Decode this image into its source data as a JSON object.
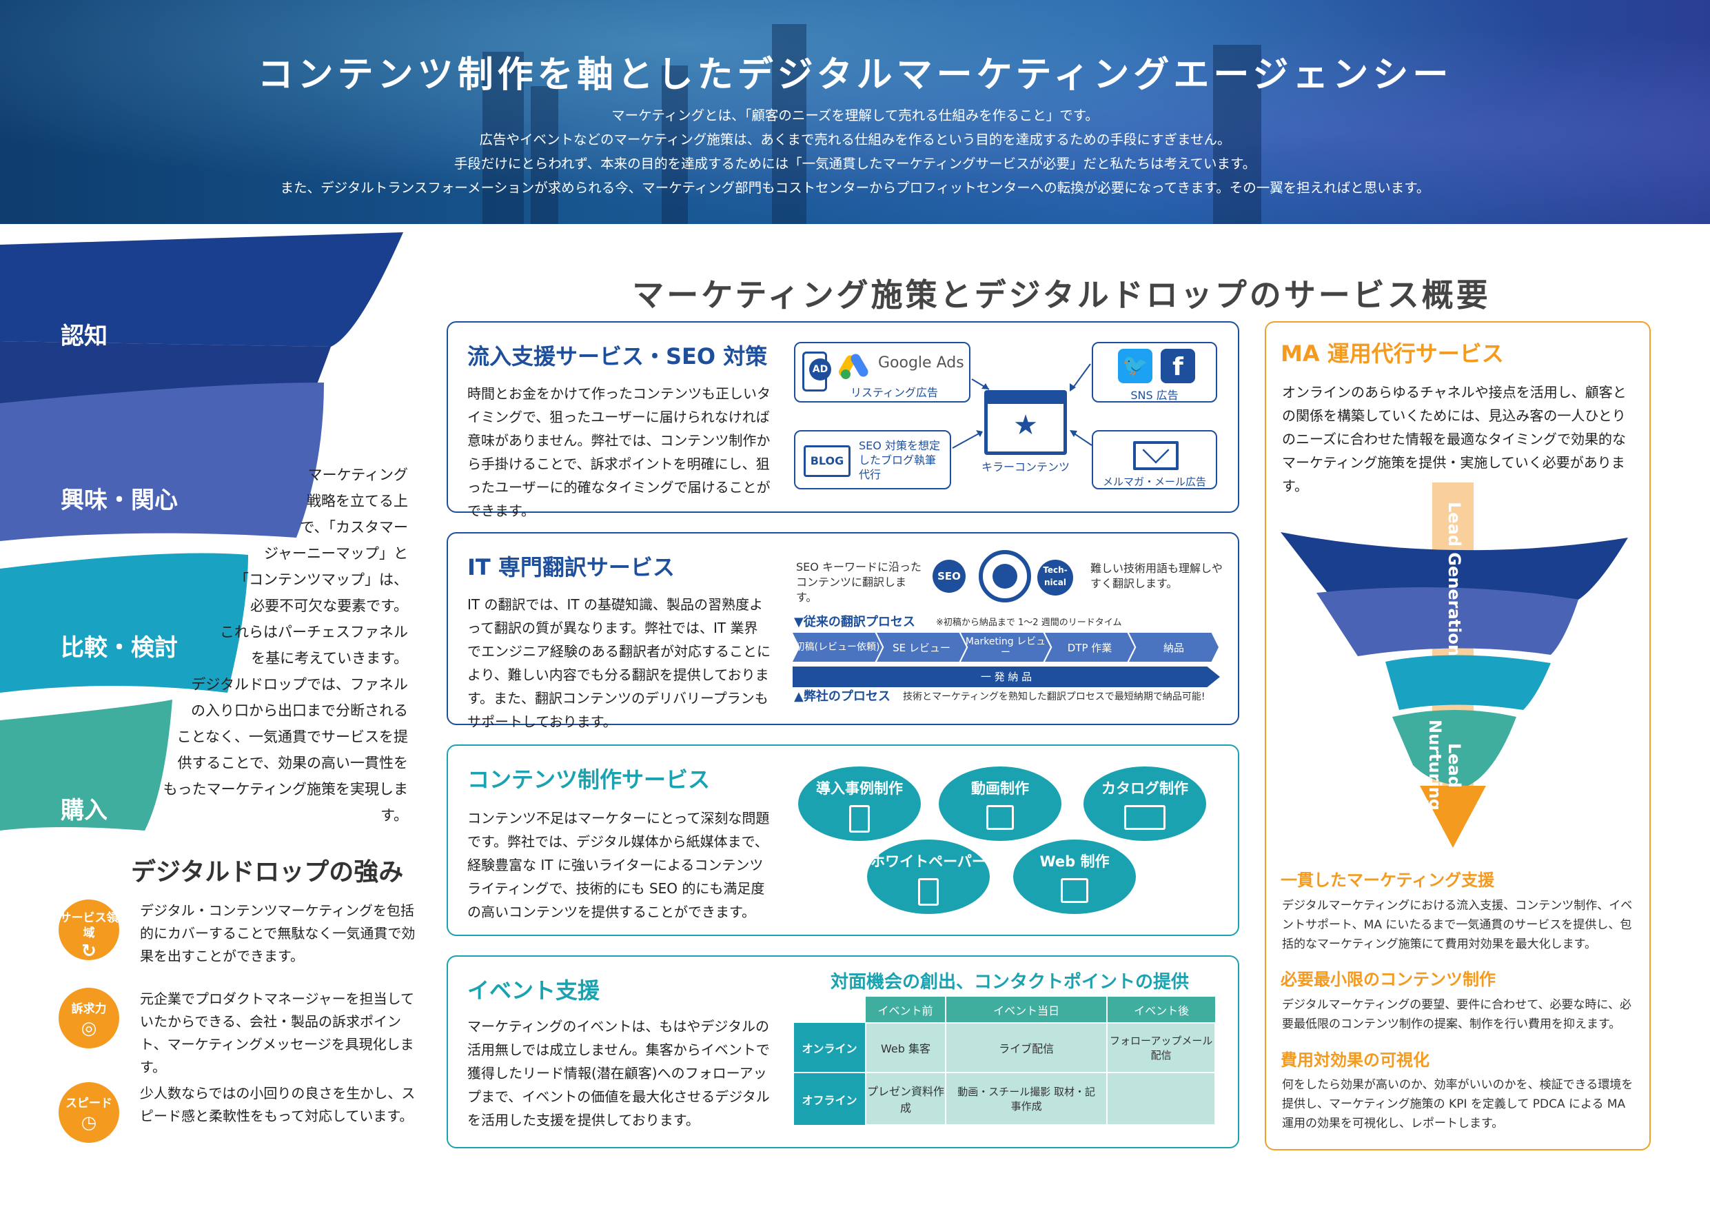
{
  "hero": {
    "title": "コンテンツ制作を軸としたデジタルマーケティングエージェンシー",
    "lines": [
      "マーケティングとは、「顧客のニーズを理解して売れる仕組みを作ること」です。",
      "広告やイベントなどのマーケティング施策は、あくまで売れる仕組みを作るという目的を達成するための手段にすぎません。",
      "手段だけにとらわれず、本来の目的を達成するためには「一気通貫したマーケティングサービスが必要」だと私たちは考えています。",
      "また、デジタルトランスフォーメーションが求められる今、マーケティング部門もコストセンターからプロフィットセンターへの転換が必要になってきます。その一翼を担えればと思います。"
    ]
  },
  "funnel": {
    "stages": [
      "認知",
      "興味・関心",
      "比較・検討",
      "購入"
    ],
    "colors": [
      "#1b3f8f",
      "#4a63b5",
      "#1aa2c2",
      "#3fae9e"
    ],
    "side_lines": [
      "マーケティング",
      "戦略を立てる上",
      "で、「カスタマー",
      "ジャーニーマップ」と",
      "「コンテンツマップ」は、",
      "必要不可欠な要素です。",
      "これらはパーチェスファネル",
      "を基に考えていきます。",
      "デジタルドロップでは、ファネル",
      "の入り口から出口まで分断される",
      "ことなく、一気通貫でサービスを提",
      "供することで、効果の高い一貫性を",
      "もったマーケティング施策を実現します。"
    ]
  },
  "strengths": {
    "title": "デジタルドロップの強み",
    "items": [
      {
        "icon_label": "サービス領域",
        "icon": "refresh-icon",
        "text": "デジタル・コンテンツマーケティングを包括的にカバーすることで無駄なく一気通貫で効果を出すことができます。"
      },
      {
        "icon_label": "訴求力",
        "icon": "target-icon",
        "text": "元企業でプロダクトマネージャーを担当していたからできる、会社・製品の訴求ポイント、マーケティングメッセージを具現化します。"
      },
      {
        "icon_label": "スピード",
        "icon": "stopwatch-icon",
        "text": "少人数ならではの小回りの良さを生かし、スピード感と柔軟性をもって対応しています。"
      }
    ]
  },
  "main_title": "マーケティング施策とデジタルドロップのサービス概要",
  "seo": {
    "title": "流入支援サービス・SEO 対策",
    "body": "時間とお金をかけて作ったコンテンツも正しいタイミングで、狙ったユーザーに届けられなければ意味がありません。弊社では、コンテンツ制作から手掛けることで、訴求ポイントを明確にし、狙ったユーザーに的確なタイミングで届けることができます。",
    "google_ads": "Google Ads",
    "ad_badge": "AD",
    "listing": "リスティング広告",
    "sns": "SNS 広告",
    "blog_badge": "BLOG",
    "blog_text": "SEO 対策を想定したブログ執筆代行",
    "killer": "キラーコンテンツ",
    "mail": "メルマガ・メール広告"
  },
  "translation": {
    "title": "IT 専門翻訳サービス",
    "body": "IT の翻訳では、IT の基礎知識、製品の習熟度よって翻訳の質が異なります。弊社では、IT 業界でエンジニア経験のある翻訳者が対応することにより、難しい内容でも分る翻訳を提供しております。また、翻訳コンテンツのデリバリープランもサポートしております。",
    "seo_note": "SEO キーワードに沿ったコンテンツに翻訳します。",
    "seo_badge": "SEO",
    "tech_badge": "Tech-nical",
    "tech_note": "難しい技術用語も理解しやすく翻訳します。",
    "old_process": "▼従来の翻訳プロセス",
    "old_note": "※初稿から納品まで 1～2 週間のリードタイム",
    "steps": [
      "初稿(レビュー依頼)",
      "SE レビュー",
      "Marketing レビュー",
      "DTP 作業",
      "納品"
    ],
    "one_step": "一 発 納 品",
    "new_process": "▲弊社のプロセス",
    "new_note": "技術とマーケティングを熟知した翻訳プロセスで最短納期で納品可能!"
  },
  "content": {
    "title": "コンテンツ制作サービス",
    "body": "コンテンツ不足はマーケターにとって深刻な問題です。弊社では、デジタル媒体から紙媒体まで、経験豊富な IT に強いライターによるコンテンツライティングで、技術的にも SEO 的にも満足度の高いコンテンツを提供することができます。",
    "bubbles": [
      "導入事例制作",
      "動画制作",
      "カタログ制作",
      "ホワイトペーパー",
      "Web 制作"
    ]
  },
  "event": {
    "title": "イベント支援",
    "body": "マーケティングのイベントは、もはやデジタルの活用無しでは成立しません。集客からイベントで獲得したリード情報(潜在顧客)へのフォローアップまで、イベントの価値を最大化させるデジタルを活用した支援を提供しております。",
    "table_title": "対面機会の創出、コンタクトポイントの提供",
    "columns": [
      "イベント前",
      "イベント当日",
      "イベント後"
    ],
    "rows": [
      {
        "label": "オンライン",
        "cells": [
          "Web 集客",
          "ライブ配信",
          "フォローアップメール配信"
        ]
      },
      {
        "label": "オフライン",
        "cells": [
          "プレゼン資料作成",
          "動画・スチール撮影 取材・記事作成",
          ""
        ]
      }
    ]
  },
  "ma": {
    "title": "MA 運用代行サービス",
    "body": "オンラインのあらゆるチャネルや接点を活用し、顧客との関係を構築していくためには、見込み客の一人ひとりのニーズに合わせた情報を最適なタイミングで効果的なマーケティング施策を提供・実施していく必要があります。",
    "lead_generation": "Lead Generation",
    "lead_nurturing": "Lead Nurturing",
    "subs": [
      {
        "title": "一貫したマーケティング支援",
        "text": "デジタルマーケティングにおける流入支援、コンテンツ制作、イベントサポート、MA にいたるまで一気通貫のサービスを提供し、包括的なマーケティング施策にて費用対効果を最大化します。"
      },
      {
        "title": "必要最小限のコンテンツ制作",
        "text": "デジタルマーケティングの要望、要件に合わせて、必要な時に、必要最低限のコンテンツ制作の提案、制作を行い費用を抑えます。"
      },
      {
        "title": "費用対効果の可視化",
        "text": "何をしたら効果が高いのか、効率がいいのかを、検証できる環境を提供し、マーケティング施策の KPI を定義して PDCA による MA 運用の効果を可視化し、レポートします。"
      }
    ]
  }
}
